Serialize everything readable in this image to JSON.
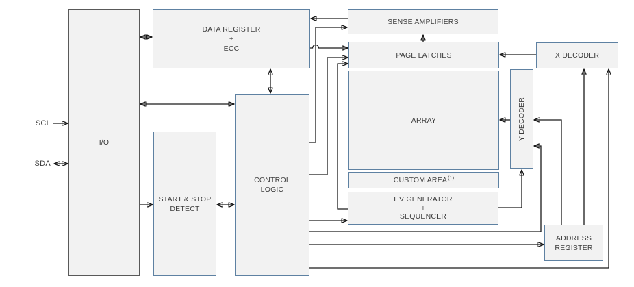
{
  "diagram": {
    "title": "serial-eeprom-functional-block-diagram",
    "signals": {
      "scl": "SCL",
      "sda": "SDA"
    },
    "blocks": {
      "io": {
        "label": "I/O"
      },
      "data_register": {
        "label": "DATA REGISTER\n+\nECC"
      },
      "start_stop_detect": {
        "label": "START & STOP\nDETECT"
      },
      "control_logic": {
        "label": "CONTROL\nLOGIC"
      },
      "sense_amplifiers": {
        "label": "SENSE AMPLIFIERS"
      },
      "page_latches": {
        "label": "PAGE LATCHES"
      },
      "array": {
        "label": "ARRAY"
      },
      "custom_area": {
        "label": "CUSTOM AREA",
        "superscript": "(1)"
      },
      "hv_generator": {
        "label": "HV GENERATOR\n+\nSEQUENCER"
      },
      "x_decoder": {
        "label": "X DECODER"
      },
      "y_decoder": {
        "label": "Y DECODER"
      },
      "address_register": {
        "label": "ADDRESS\nREGISTER"
      }
    },
    "connections": [
      {
        "from": "SCL",
        "to": "I/O",
        "direction": "one-way"
      },
      {
        "from": "SDA",
        "to": "I/O",
        "direction": "bidirectional"
      },
      {
        "from": "I/O",
        "to": "DATA REGISTER + ECC",
        "direction": "bidirectional"
      },
      {
        "from": "I/O",
        "to": "CONTROL LOGIC",
        "direction": "bidirectional"
      },
      {
        "from": "I/O",
        "to": "START & STOP DETECT",
        "direction": "one-way"
      },
      {
        "from": "START & STOP DETECT",
        "to": "CONTROL LOGIC",
        "direction": "bidirectional"
      },
      {
        "from": "DATA REGISTER + ECC",
        "to": "CONTROL LOGIC",
        "direction": "bidirectional"
      },
      {
        "from": "SENSE AMPLIFIERS",
        "to": "DATA REGISTER + ECC",
        "direction": "one-way"
      },
      {
        "from": "CONTROL LOGIC",
        "to": "SENSE AMPLIFIERS",
        "direction": "one-way"
      },
      {
        "from": "DATA REGISTER + ECC",
        "to": "PAGE LATCHES",
        "direction": "one-way"
      },
      {
        "from": "CONTROL LOGIC",
        "to": "PAGE LATCHES",
        "direction": "one-way"
      },
      {
        "from": "HV GENERATOR + SEQUENCER",
        "to": "PAGE LATCHES",
        "direction": "one-way"
      },
      {
        "from": "CONTROL LOGIC",
        "to": "HV GENERATOR + SEQUENCER",
        "direction": "one-way"
      },
      {
        "from": "CONTROL LOGIC",
        "to": "Y DECODER",
        "direction": "one-way"
      },
      {
        "from": "CONTROL LOGIC",
        "to": "ADDRESS REGISTER",
        "direction": "one-way"
      },
      {
        "from": "CONTROL LOGIC",
        "to": "X DECODER",
        "direction": "one-way"
      },
      {
        "from": "ADDRESS REGISTER",
        "to": "X DECODER",
        "direction": "one-way"
      },
      {
        "from": "ADDRESS REGISTER",
        "to": "Y DECODER",
        "direction": "one-way"
      },
      {
        "from": "HV GENERATOR + SEQUENCER",
        "to": "Y DECODER",
        "direction": "one-way"
      },
      {
        "from": "X DECODER",
        "to": "PAGE LATCHES",
        "direction": "one-way"
      },
      {
        "from": "Y DECODER",
        "to": "ARRAY",
        "direction": "one-way"
      },
      {
        "from": "PAGE LATCHES",
        "to": "SENSE AMPLIFIERS",
        "direction": "one-way"
      }
    ],
    "colors": {
      "background": "#ffffff",
      "block_fill": "#f2f2f2",
      "block_border": "#5e81a2",
      "io_block_border": "#595959",
      "wire": "#1a1a1a",
      "text": "#3d3d3d"
    }
  }
}
